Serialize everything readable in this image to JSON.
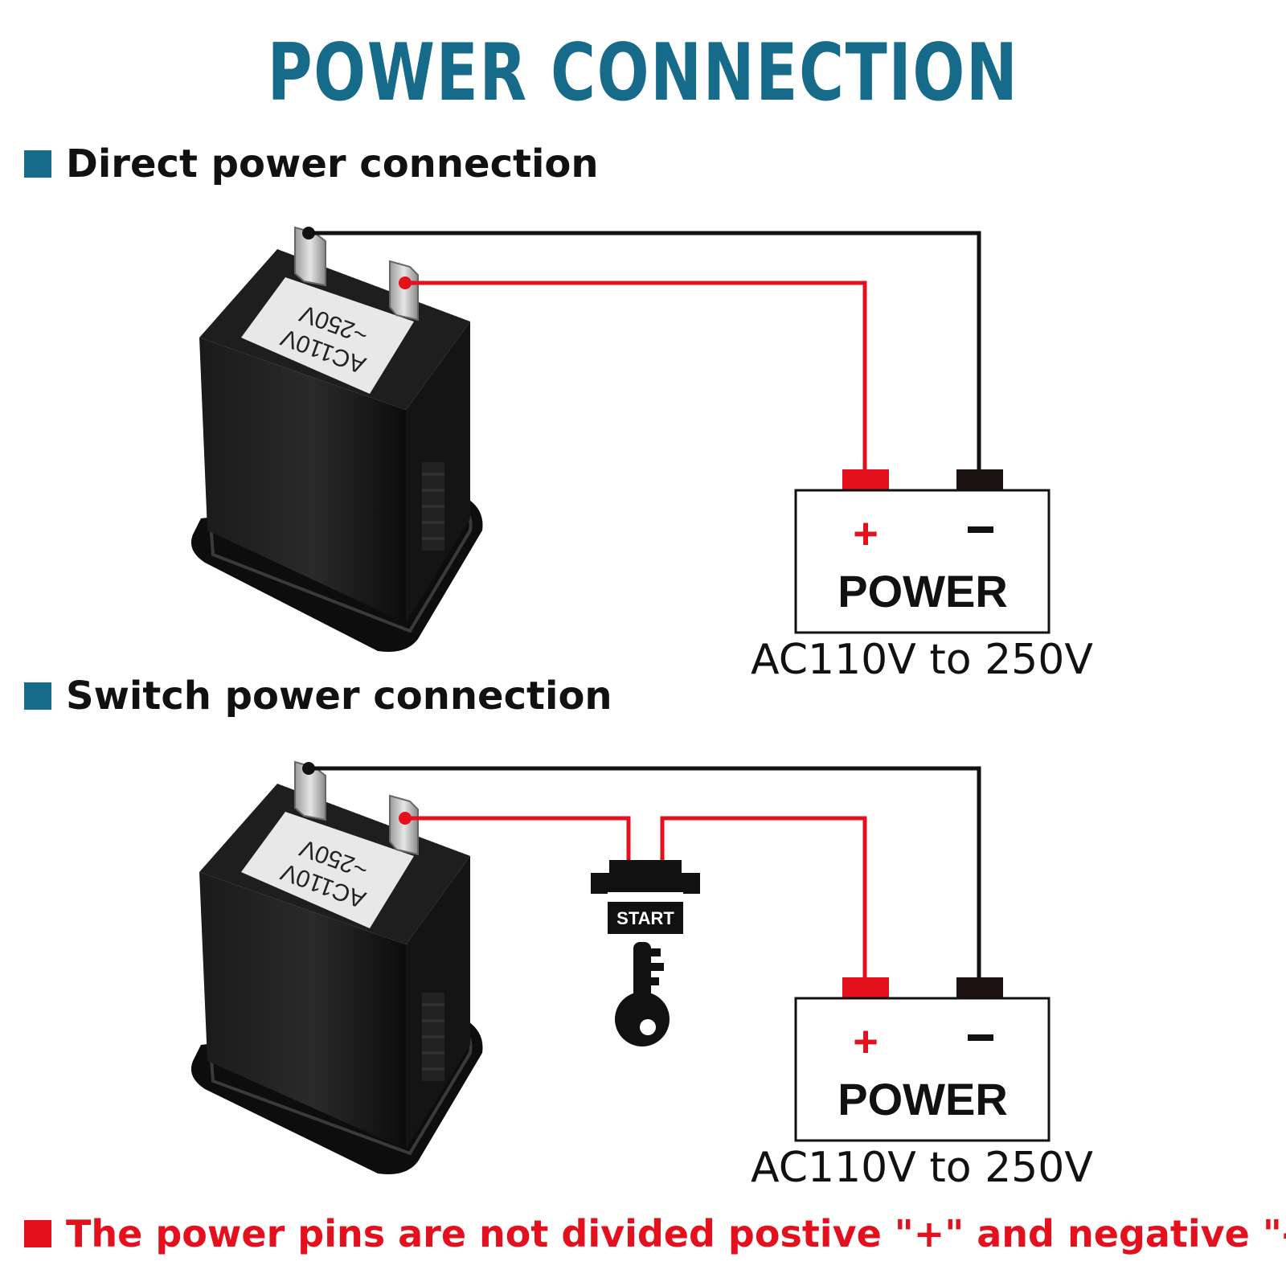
{
  "title": "POWER CONNECTION",
  "sections": [
    {
      "heading": "Direct power connection",
      "device_label_line1": "AC110V",
      "device_label_line2": "~250V",
      "power_label": "POWER",
      "plus_sign": "+",
      "minus_sign": "-",
      "voltage": "AC110V to 250V"
    },
    {
      "heading": "Switch power connection",
      "device_label_line1": "AC110V",
      "device_label_line2": "~250V",
      "switch_label": "START",
      "power_label": "POWER",
      "plus_sign": "+",
      "minus_sign": "-",
      "voltage": "AC110V to 250V"
    }
  ],
  "note": "The power pins are not divided postive \"+\" and negative \"-“ .",
  "colors": {
    "title": "#166b8b",
    "section_marker": "#166b8b",
    "note": "#e4101e",
    "positive_wire": "#e4101e",
    "negative_wire": "#111111"
  }
}
